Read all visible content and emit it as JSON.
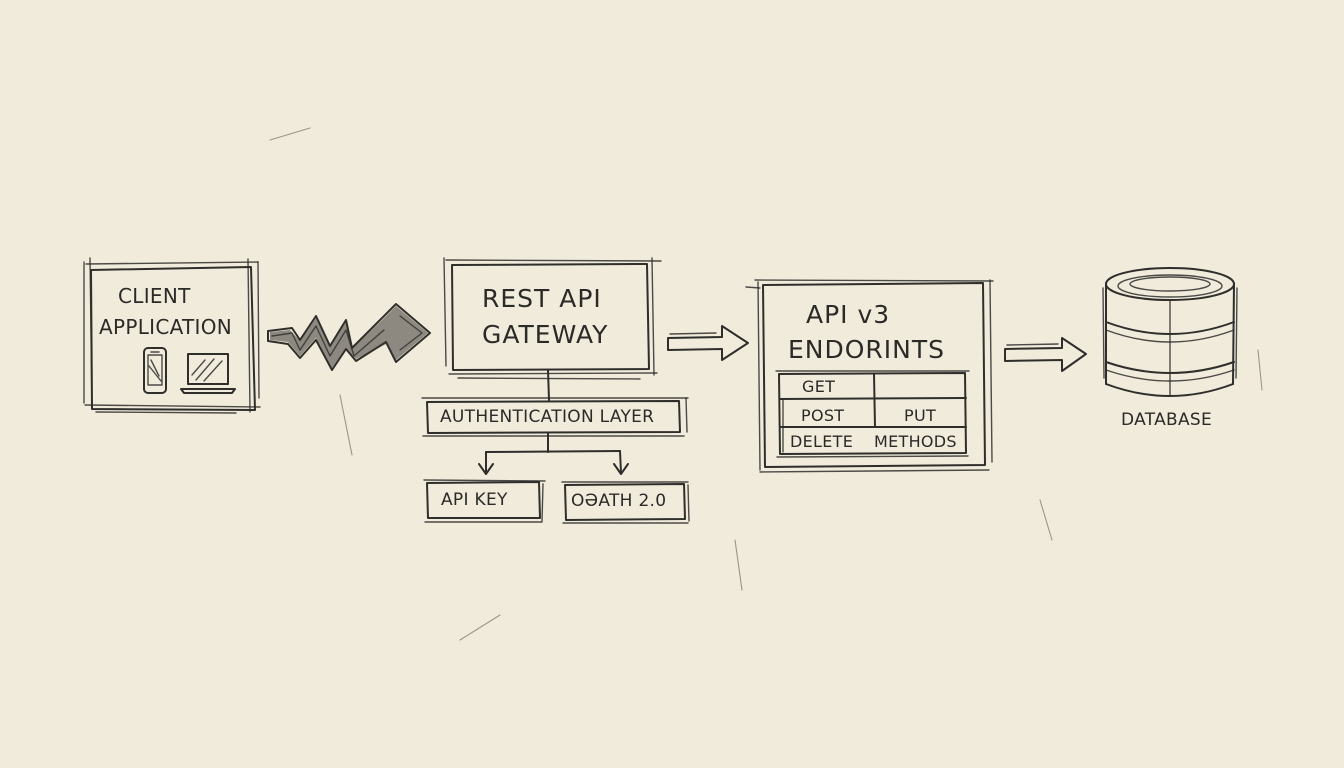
{
  "background_color": "#f1ebdc",
  "ink_color": "#2f2e2b",
  "client": {
    "line1": "CLIENT",
    "line2": "APPLICATION",
    "icons": [
      "phone-icon",
      "laptop-icon"
    ]
  },
  "gateway": {
    "line1": "REST API",
    "line2": "GATEWAY"
  },
  "auth": {
    "label": "AUTHENTICATION LAYER",
    "api_key": "API KEY",
    "oauth": "OƏATH 2.0"
  },
  "endpoints": {
    "line1": "API v3",
    "line2": "ENDORINTS",
    "methods": {
      "get": "GET",
      "post": "POST",
      "put": "PUT",
      "delete": "DELETE",
      "methods": "METHODS"
    }
  },
  "database": {
    "label": "DATABASE",
    "icon": "database-icon"
  }
}
